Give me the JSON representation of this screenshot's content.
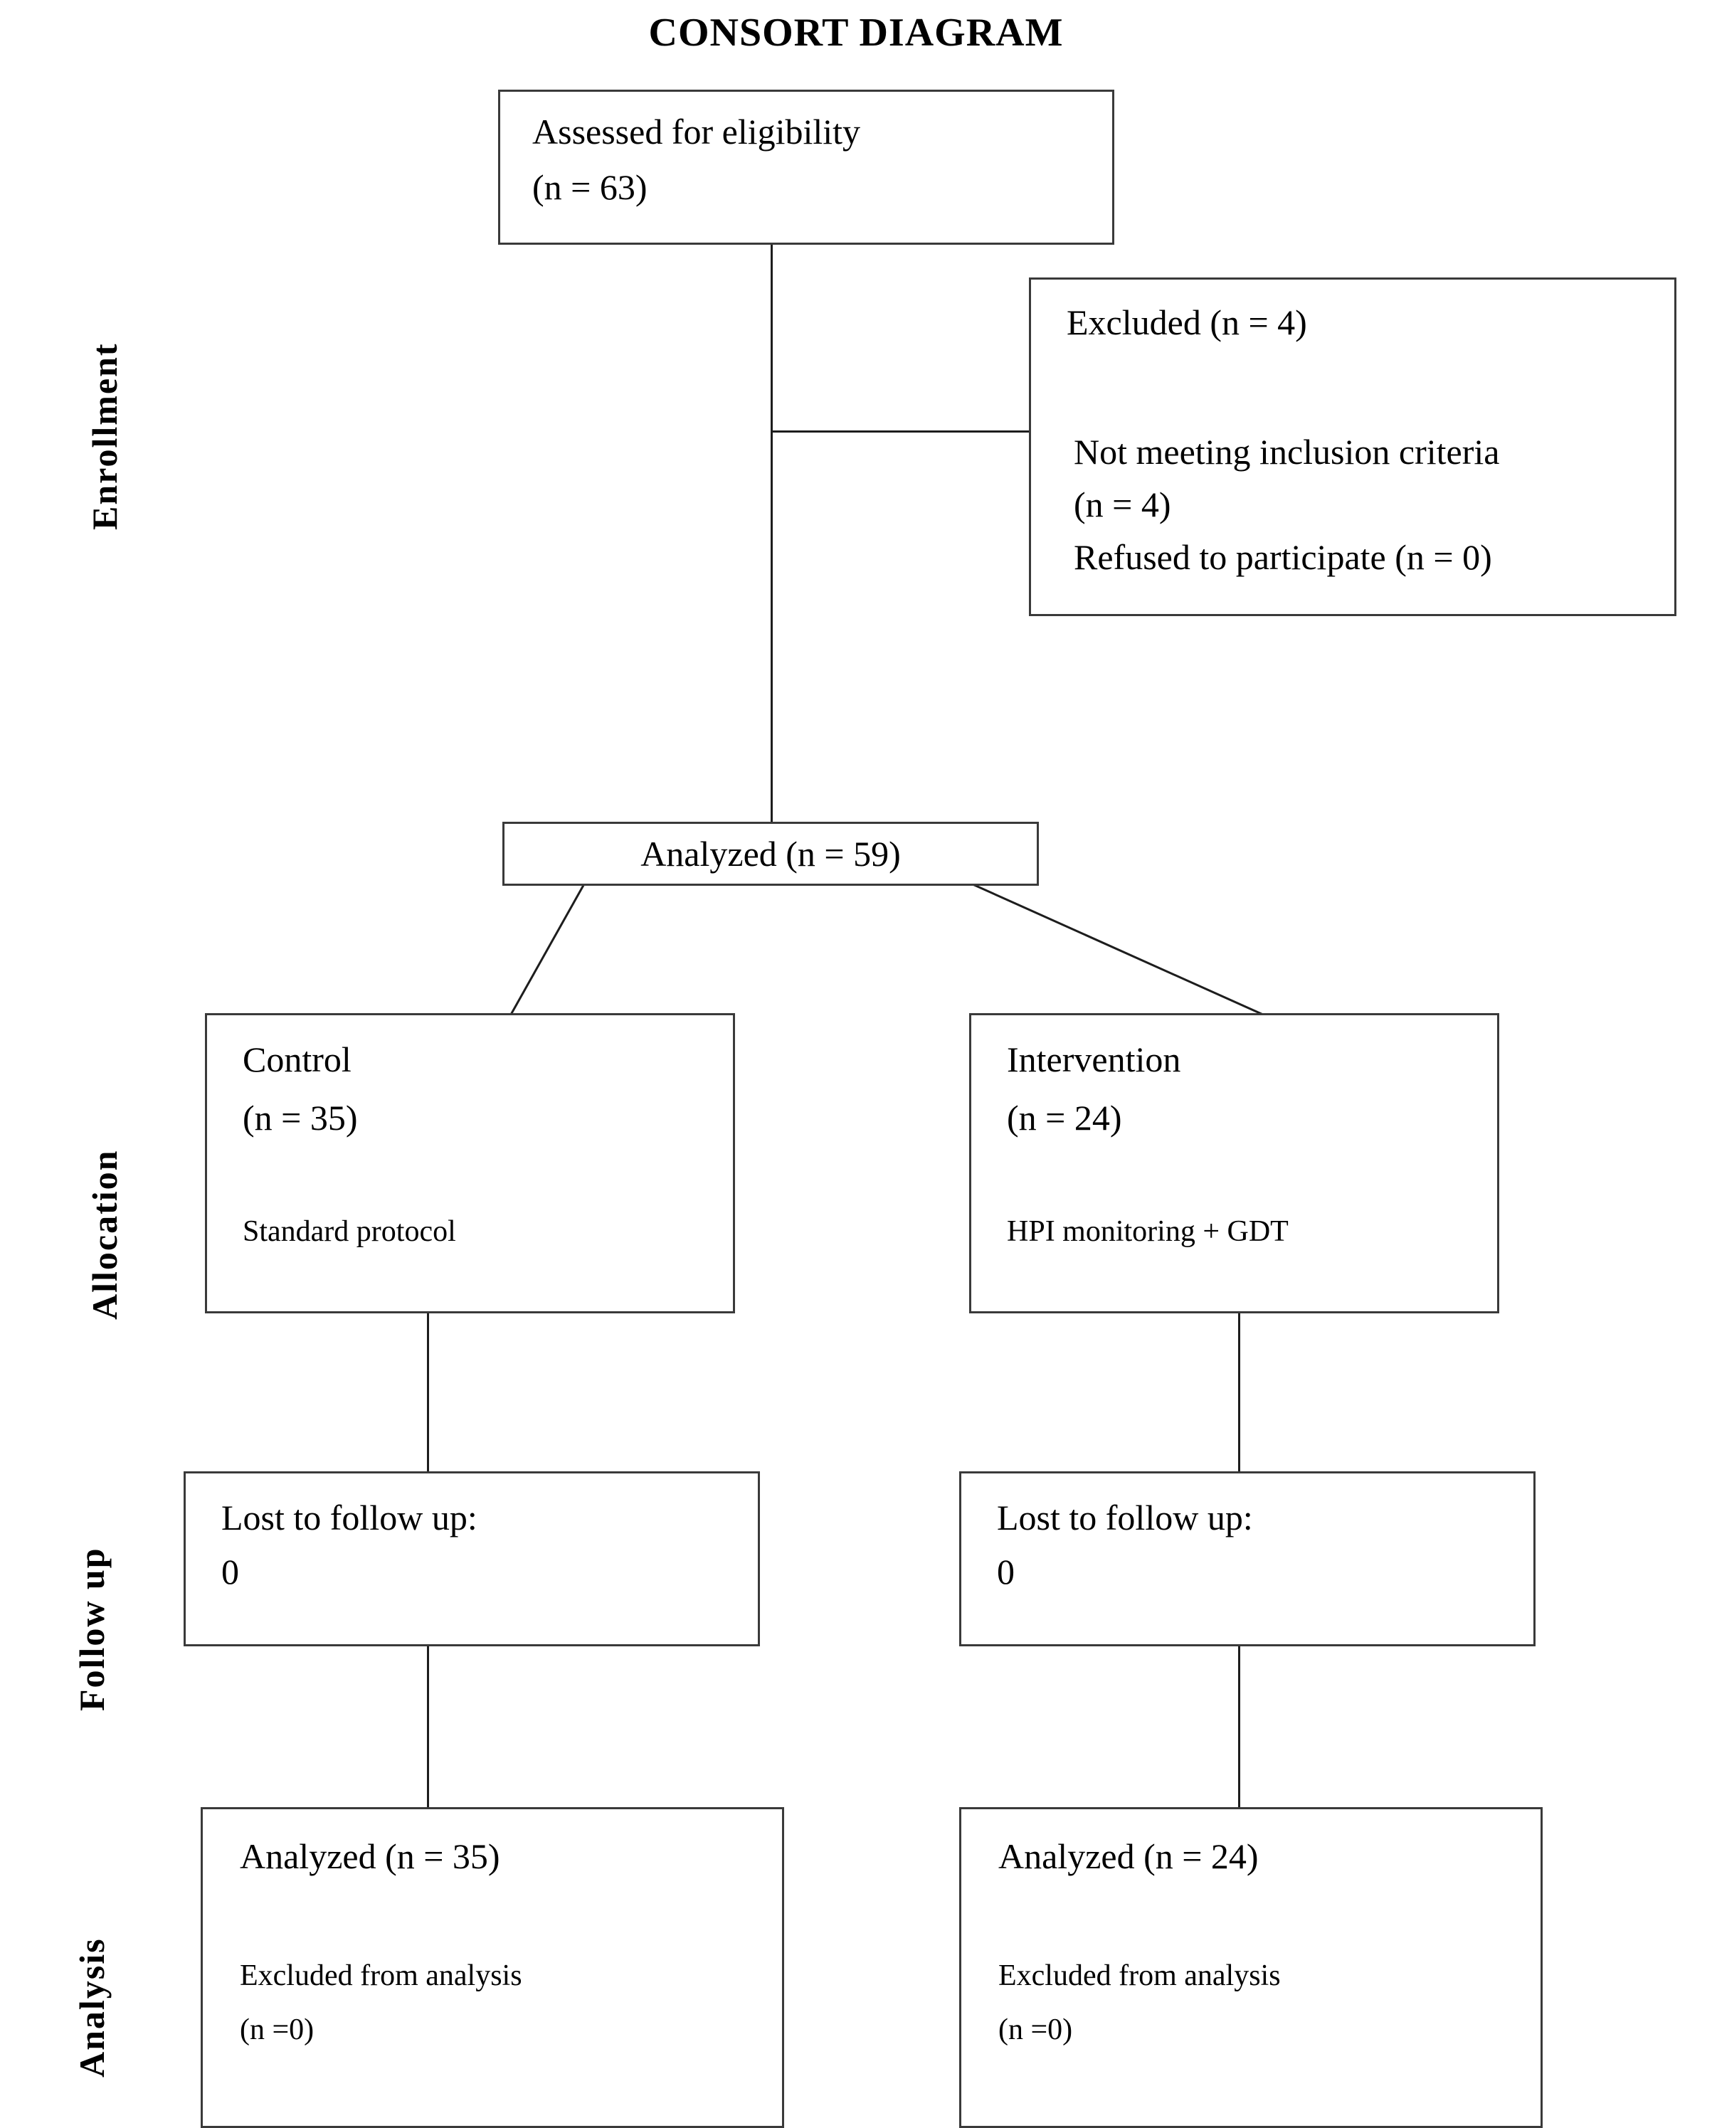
{
  "title": "CONSORT DIAGRAM",
  "stages": [
    {
      "id": "enrollment",
      "label": "Enrollment"
    },
    {
      "id": "allocation",
      "label": "Allocation"
    },
    {
      "id": "followup",
      "label": "Follow up"
    },
    {
      "id": "analysis",
      "label": "Analysis"
    }
  ],
  "boxes": {
    "assessed": {
      "lines": [
        "Assessed for eligibility",
        "(n = 63)"
      ]
    },
    "excluded": {
      "lines": [
        "Excluded (n = 4)",
        "Not meeting inclusion criteria",
        " (n = 4)",
        "Refused to participate   (n = 0)"
      ]
    },
    "analyzed_total": {
      "lines": [
        "Analyzed (n = 59)"
      ]
    },
    "control": {
      "lines": [
        "Control",
        "(n = 35)",
        "Standard protocol"
      ]
    },
    "intervention": {
      "lines": [
        "Intervention",
        "(n = 24)",
        "HPI monitoring + GDT"
      ]
    },
    "lost_control": {
      "lines": [
        "Lost to follow up:",
        "0"
      ]
    },
    "lost_intervention": {
      "lines": [
        "Lost to follow up:",
        "0"
      ]
    },
    "analysis_control": {
      "lines": [
        "Analyzed (n = 35)",
        "Excluded from analysis",
        " (n =0)"
      ]
    },
    "analysis_intervention": {
      "lines": [
        "Analyzed (n = 24)",
        "Excluded from analysis",
        " (n =0)"
      ]
    }
  },
  "chart_data": {
    "type": "diagram",
    "title": "CONSORT DIAGRAM",
    "nodes": [
      {
        "id": "assessed",
        "stage": "Enrollment",
        "text": "Assessed for eligibility (n = 63)",
        "n": 63
      },
      {
        "id": "excluded",
        "stage": "Enrollment",
        "text": "Excluded (n = 4); Not meeting inclusion criteria (n = 4); Refused to participate (n = 0)",
        "n": 4
      },
      {
        "id": "analyzed_total",
        "stage": "Enrollment",
        "text": "Analyzed (n = 59)",
        "n": 59
      },
      {
        "id": "control",
        "stage": "Allocation",
        "text": "Control (n = 35) Standard protocol",
        "n": 35
      },
      {
        "id": "intervention",
        "stage": "Allocation",
        "text": "Intervention (n = 24) HPI monitoring + GDT",
        "n": 24
      },
      {
        "id": "lost_control",
        "stage": "Follow up",
        "text": "Lost to follow up: 0",
        "n": 0
      },
      {
        "id": "lost_intervention",
        "stage": "Follow up",
        "text": "Lost to follow up: 0",
        "n": 0
      },
      {
        "id": "analysis_control",
        "stage": "Analysis",
        "text": "Analyzed (n = 35); Excluded from analysis (n =0)",
        "n": 35
      },
      {
        "id": "analysis_intervention",
        "stage": "Analysis",
        "text": "Analyzed (n = 24); Excluded from analysis (n =0)",
        "n": 24
      }
    ],
    "edges": [
      {
        "from": "assessed",
        "to": "excluded"
      },
      {
        "from": "assessed",
        "to": "analyzed_total"
      },
      {
        "from": "analyzed_total",
        "to": "control"
      },
      {
        "from": "analyzed_total",
        "to": "intervention"
      },
      {
        "from": "control",
        "to": "lost_control"
      },
      {
        "from": "intervention",
        "to": "lost_intervention"
      },
      {
        "from": "lost_control",
        "to": "analysis_control"
      },
      {
        "from": "lost_intervention",
        "to": "analysis_intervention"
      }
    ]
  }
}
